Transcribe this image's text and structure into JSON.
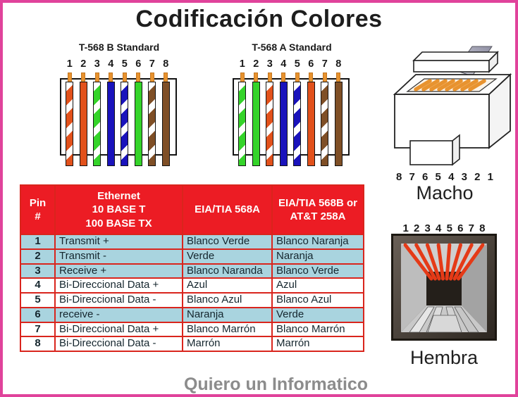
{
  "title": "Codificación Colores",
  "footer": "Quiero un Informatico",
  "colors": {
    "frame_pink": "#e0439b",
    "header_red": "#ec1c24",
    "row_blue": "#a9d4df",
    "table_border_red": "#d9251d",
    "text_dark": "#15262e",
    "wire_orange": "#e2511b",
    "wire_green": "#35d42a",
    "wire_blue": "#1a13bc",
    "wire_brown": "#7f4f26",
    "pin_contact_orange": "#e8932f",
    "jack_pin_red": "#e53a17",
    "footer_gray": "#8c8c8c"
  },
  "diagrams": {
    "t568b": {
      "title": "T-568 B Standard",
      "pins": [
        {
          "n": "1",
          "style": "striped",
          "color": "orange",
          "name": "blanco-naranja"
        },
        {
          "n": "2",
          "style": "solid",
          "color": "orange",
          "name": "naranja"
        },
        {
          "n": "3",
          "style": "striped",
          "color": "green",
          "name": "blanco-verde"
        },
        {
          "n": "4",
          "style": "solid",
          "color": "blue",
          "name": "azul"
        },
        {
          "n": "5",
          "style": "striped",
          "color": "blue",
          "name": "blanco-azul"
        },
        {
          "n": "6",
          "style": "solid",
          "color": "green",
          "name": "verde"
        },
        {
          "n": "7",
          "style": "striped",
          "color": "brown",
          "name": "blanco-marron"
        },
        {
          "n": "8",
          "style": "solid",
          "color": "brown",
          "name": "marron"
        }
      ]
    },
    "t568a": {
      "title": "T-568 A Standard",
      "pins": [
        {
          "n": "1",
          "style": "striped",
          "color": "green",
          "name": "blanco-verde"
        },
        {
          "n": "2",
          "style": "solid",
          "color": "green",
          "name": "verde"
        },
        {
          "n": "3",
          "style": "striped",
          "color": "orange",
          "name": "blanco-naranja"
        },
        {
          "n": "4",
          "style": "solid",
          "color": "blue",
          "name": "azul"
        },
        {
          "n": "5",
          "style": "striped",
          "color": "blue",
          "name": "blanco-azul"
        },
        {
          "n": "6",
          "style": "solid",
          "color": "orange",
          "name": "naranja"
        },
        {
          "n": "7",
          "style": "striped",
          "color": "brown",
          "name": "blanco-marron"
        },
        {
          "n": "8",
          "style": "solid",
          "color": "brown",
          "name": "marron"
        }
      ]
    }
  },
  "male_connector": {
    "label": "Macho",
    "pin_numbers": "8 7 6 5 4 3 2 1"
  },
  "female_connector": {
    "label": "Hembra",
    "pin_numbers": "1 2 3 4 5 6 7 8"
  },
  "table": {
    "headers": [
      "Pin\n#",
      "Ethernet\n10 BASE T\n100 BASE TX",
      "EIA/TIA 568A",
      "EIA/TIA 568B or\nAT&T 258A"
    ],
    "rows": [
      {
        "pin": "1",
        "signal": "Transmit +",
        "eia568a": "Blanco Verde",
        "eia568b": "Blanco Naranja",
        "highlight": true
      },
      {
        "pin": "2",
        "signal": "Transmit -",
        "eia568a": "Verde",
        "eia568b": "Naranja",
        "highlight": true
      },
      {
        "pin": "3",
        "signal": "Receive +",
        "eia568a": "Blanco Naranda",
        "eia568b": "Blanco Verde",
        "highlight": true
      },
      {
        "pin": "4",
        "signal": "Bi-Direccional Data +",
        "eia568a": "Azul",
        "eia568b": "Azul",
        "highlight": false
      },
      {
        "pin": "5",
        "signal": "Bi-Direccional Data -",
        "eia568a": "Blanco Azul",
        "eia568b": "Blanco Azul",
        "highlight": false
      },
      {
        "pin": "6",
        "signal": "receive -",
        "eia568a": "Naranja",
        "eia568b": "Verde",
        "highlight": true
      },
      {
        "pin": "7",
        "signal": "Bi-Direccional Data +",
        "eia568a": "Blanco Marrón",
        "eia568b": "Blanco Marrón",
        "highlight": false
      },
      {
        "pin": "8",
        "signal": "Bi-Direccional Data -",
        "eia568a": "Marrón",
        "eia568b": "Marrón",
        "highlight": false
      }
    ]
  }
}
